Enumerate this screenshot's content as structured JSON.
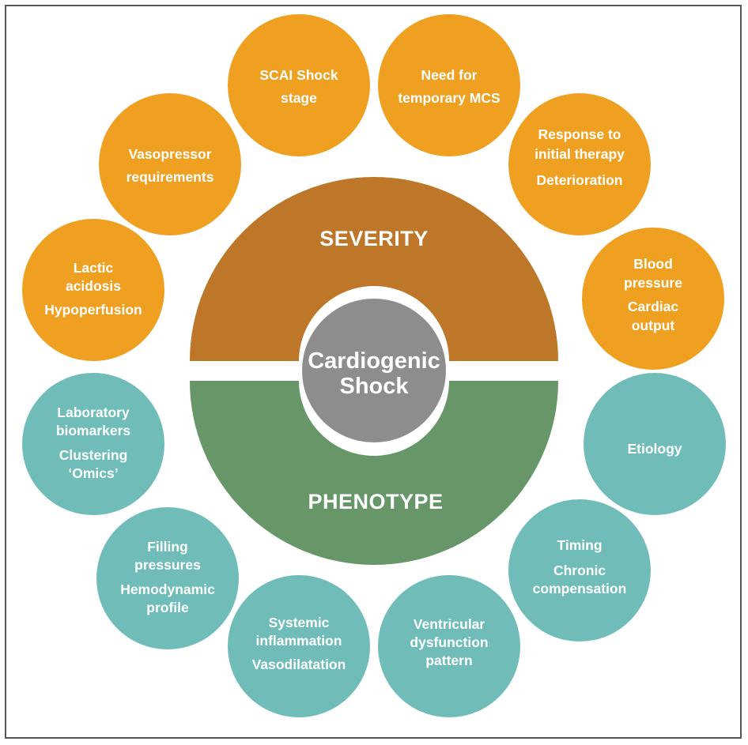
{
  "colors": {
    "severity_circle": "#F0A020",
    "phenotype_circle": "#6FBCB8",
    "severity_band": "#BE7628",
    "phenotype_band": "#679769",
    "center": "#8D8D8D"
  },
  "center": {
    "lines": [
      "Cardiogenic",
      "Shock"
    ]
  },
  "bands": {
    "severity": "SEVERITY",
    "phenotype": "PHENOTYPE"
  },
  "severity_items": [
    {
      "lines": [
        "SCAI Shock",
        "stage"
      ]
    },
    {
      "lines": [
        "Need for",
        "temporary MCS"
      ]
    },
    {
      "lines": [
        "Response to",
        "initial therapy",
        "Deterioration"
      ]
    },
    {
      "lines": [
        "Blood",
        "pressure",
        "Cardiac",
        "output"
      ]
    },
    {
      "lines": [
        "Vasopressor",
        "requirements"
      ]
    },
    {
      "lines": [
        "Lactic",
        "acidosis",
        "Hypoperfusion"
      ]
    }
  ],
  "phenotype_items": [
    {
      "lines": [
        "Laboratory",
        "biomarkers",
        "Clustering",
        "‘Omics’"
      ]
    },
    {
      "lines": [
        "Etiology"
      ]
    },
    {
      "lines": [
        "Filling",
        "pressures",
        "Hemodynamic",
        "profile"
      ]
    },
    {
      "lines": [
        "Timing",
        "Chronic",
        "compensation"
      ]
    },
    {
      "lines": [
        "Systemic",
        "inflammation",
        "Vasodilatation"
      ]
    },
    {
      "lines": [
        "Ventricular",
        "dysfunction",
        "pattern"
      ]
    }
  ]
}
